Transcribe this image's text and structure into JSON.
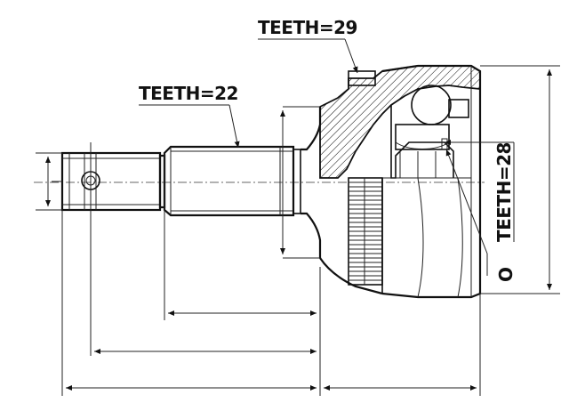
{
  "labels": {
    "teeth_outer": "TEETH=29",
    "teeth_shaft": "TEETH=22",
    "teeth_inner": "TEETH=28",
    "seal_mark": "O"
  },
  "colors": {
    "line": "#111111",
    "background": "#ffffff"
  }
}
